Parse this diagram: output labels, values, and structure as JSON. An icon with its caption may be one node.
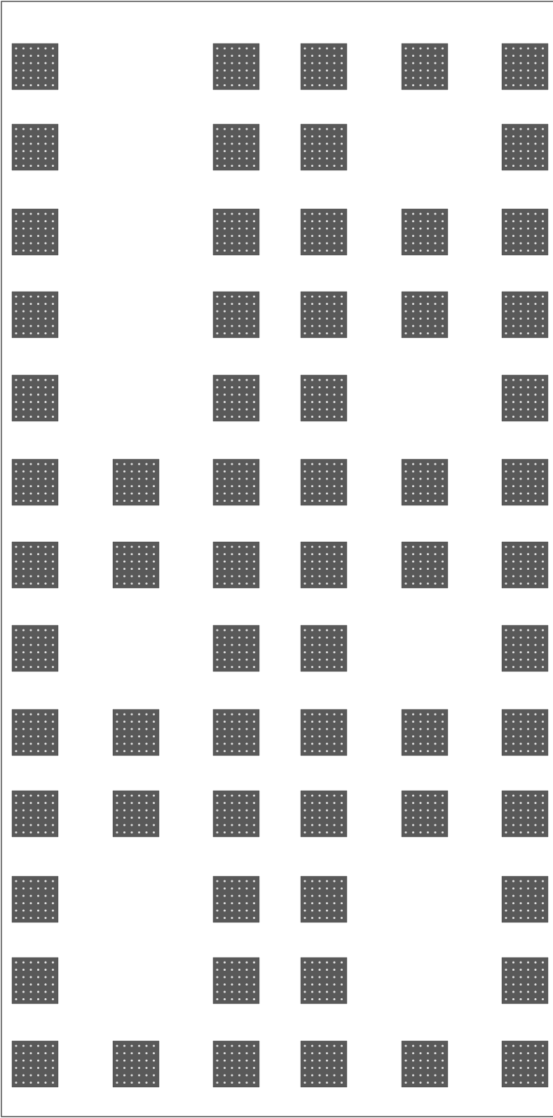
{
  "diagram": {
    "nodes": [
      {
        "text": [],
        "shape": "box"
      },
      {
        "text": [],
        "shape": "box"
      },
      {
        "text": [],
        "shape": "box"
      },
      {
        "text": [],
        "shape": "box"
      },
      {
        "text": [],
        "shape": "box"
      },
      {
        "text": [],
        "shape": "box"
      },
      {
        "text": [],
        "shape": "box"
      },
      {
        "text": [],
        "shape": "box"
      },
      {
        "text": [],
        "shape": "box"
      },
      {
        "text": [],
        "shape": "box"
      },
      {
        "text": [],
        "shape": "box"
      },
      {
        "text": [],
        "shape": "box"
      },
      {
        "text": [],
        "shape": "box"
      },
      {
        "text": [],
        "shape": "box"
      },
      {
        "text": [],
        "shape": "box"
      },
      {
        "text": [],
        "shape": "box"
      },
      {
        "text": [],
        "shape": "box"
      },
      {
        "text": [],
        "shape": "box"
      },
      {
        "text": [],
        "shape": "box"
      },
      {
        "text": [],
        "shape": "box"
      },
      {
        "text": [],
        "shape": "box"
      },
      {
        "text": [],
        "shape": "box"
      },
      {
        "text": [],
        "shape": "box"
      },
      {
        "text": [],
        "shape": "box"
      },
      {
        "text": [],
        "shape": "box"
      },
      {
        "text": [],
        "shape": "box"
      },
      {
        "text": [],
        "shape": "box"
      },
      {
        "text": [],
        "shape": "box"
      },
      {
        "text": [],
        "shape": "box"
      },
      {
        "text": [],
        "shape": "box"
      },
      {
        "text": [],
        "shape": "box"
      },
      {
        "text": [],
        "shape": "box"
      },
      {
        "text": [],
        "shape": "box"
      },
      {
        "text": [],
        "shape": "box"
      },
      {
        "text": [],
        "shape": "box"
      },
      {
        "text": [],
        "shape": "box"
      },
      {
        "text": [],
        "shape": "box"
      },
      {
        "text": [],
        "shape": "box"
      },
      {
        "text": [],
        "shape": "box"
      },
      {
        "text": [],
        "shape": "box"
      },
      {
        "text": [],
        "shape": "box"
      },
      {
        "text": [],
        "shape": "box"
      },
      {
        "text": [],
        "shape": "box"
      },
      {
        "text": [],
        "shape": "box"
      },
      {
        "text": [],
        "shape": "box"
      },
      {
        "text": [],
        "shape": "box"
      },
      {
        "text": [],
        "shape": "box"
      },
      {
        "text": [],
        "shape": "box"
      },
      {
        "text": [],
        "shape": "box"
      },
      {
        "text": [],
        "shape": "box"
      },
      {
        "text": [],
        "shape": "box"
      },
      {
        "text": [],
        "shape": "box"
      },
      {
        "text": [],
        "shape": "box"
      },
      {
        "text": [],
        "shape": "box"
      },
      {
        "text": [],
        "shape": "box"
      },
      {
        "text": [],
        "shape": "box"
      },
      {
        "text": [],
        "shape": "box"
      },
      {
        "text": [],
        "shape": "box"
      },
      {
        "text": [],
        "shape": "box"
      },
      {
        "text": [],
        "shape": "box"
      },
      {
        "text": [],
        "shape": "box"
      },
      {
        "text": [],
        "shape": "box"
      },
      {
        "text": [],
        "shape": "box"
      },
      {
        "text": [],
        "shape": "box"
      },
      {
        "text": [],
        "shape": "box"
      }
    ]
  }
}
